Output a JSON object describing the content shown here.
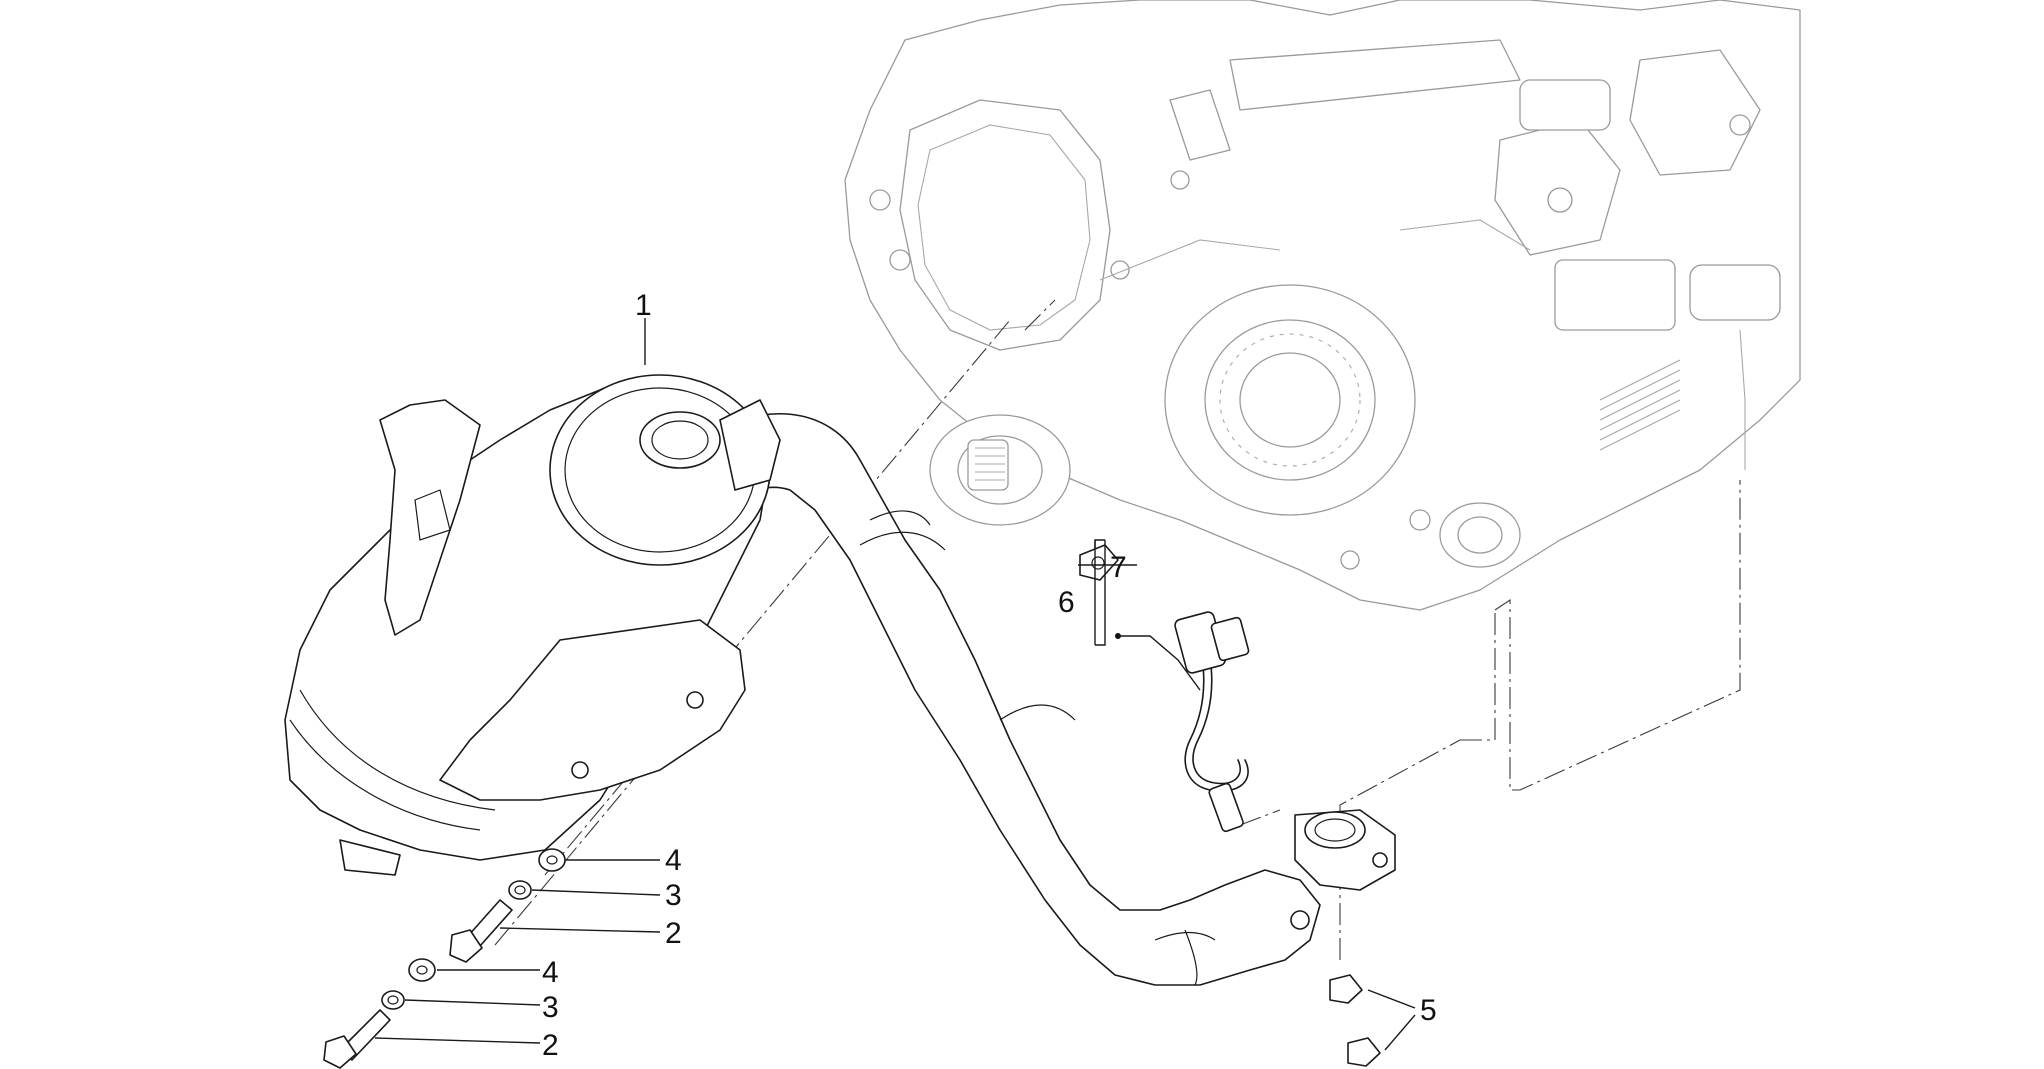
{
  "diagram": {
    "callouts": [
      {
        "id": "c1",
        "text": "1"
      },
      {
        "id": "c2a",
        "text": "2"
      },
      {
        "id": "c2b",
        "text": "2"
      },
      {
        "id": "c3a",
        "text": "3"
      },
      {
        "id": "c3b",
        "text": "3"
      },
      {
        "id": "c4a",
        "text": "4"
      },
      {
        "id": "c4b",
        "text": "4"
      },
      {
        "id": "c5",
        "text": "5"
      },
      {
        "id": "c6",
        "text": "6"
      },
      {
        "id": "c7",
        "text": "7"
      }
    ]
  }
}
